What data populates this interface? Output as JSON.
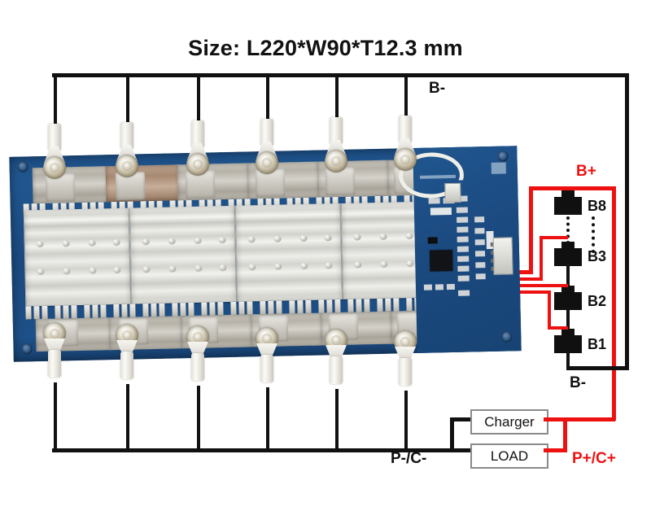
{
  "title": "Size: L220*W90*T12.3 mm",
  "labels": {
    "b_minus_top": "B-",
    "b_plus": "B+",
    "b_minus_bottom": "B-",
    "p_neg": "P-/C-",
    "p_pos": "P+/C+"
  },
  "batteries": [
    {
      "id": "B8",
      "label": "B8"
    },
    {
      "id": "B3",
      "label": "B3"
    },
    {
      "id": "B2",
      "label": "B2"
    },
    {
      "id": "B1",
      "label": "B1"
    }
  ],
  "devices": [
    {
      "id": "charger",
      "label": "Charger"
    },
    {
      "id": "load",
      "label": "LOAD"
    }
  ],
  "board": {
    "terminal_count_top": 6,
    "terminal_count_bottom": 6,
    "heatsink_count": 4,
    "balance_wire_count": 4
  },
  "colors": {
    "positive": "#ee1111",
    "negative": "#111111",
    "pcb": "#1d5088",
    "heatsink": "#e6e6e1"
  }
}
